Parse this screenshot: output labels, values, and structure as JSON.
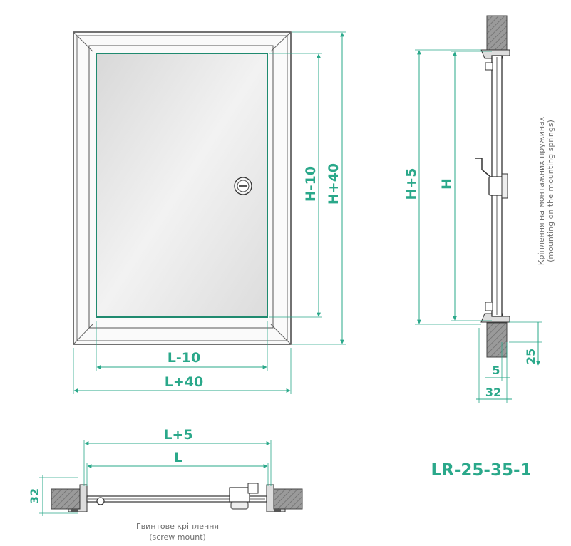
{
  "model": "LR-25-35-1",
  "colors": {
    "accent": "#2aa88a",
    "frame": "#444444",
    "panel": "#e6e6e6",
    "wood": "#8f8f8f"
  },
  "front_view": {
    "width_inner": "L-10",
    "width_outer": "L+40",
    "height_inner": "H-10",
    "height_outer": "H+40",
    "lock": "lock-icon"
  },
  "side_view": {
    "height_outer": "H+5",
    "height": "H",
    "dim_25": "25",
    "dim_5": "5",
    "dim_32": "32",
    "caption_ua": "Кріплення на монтажних пружинах",
    "caption_en": "(mounting on the mounting springs)"
  },
  "section_view": {
    "width_outer": "L+5",
    "width": "L",
    "dim_32": "32",
    "caption_ua": "Гвинтове кріплення",
    "caption_en": "(screw mount)"
  }
}
